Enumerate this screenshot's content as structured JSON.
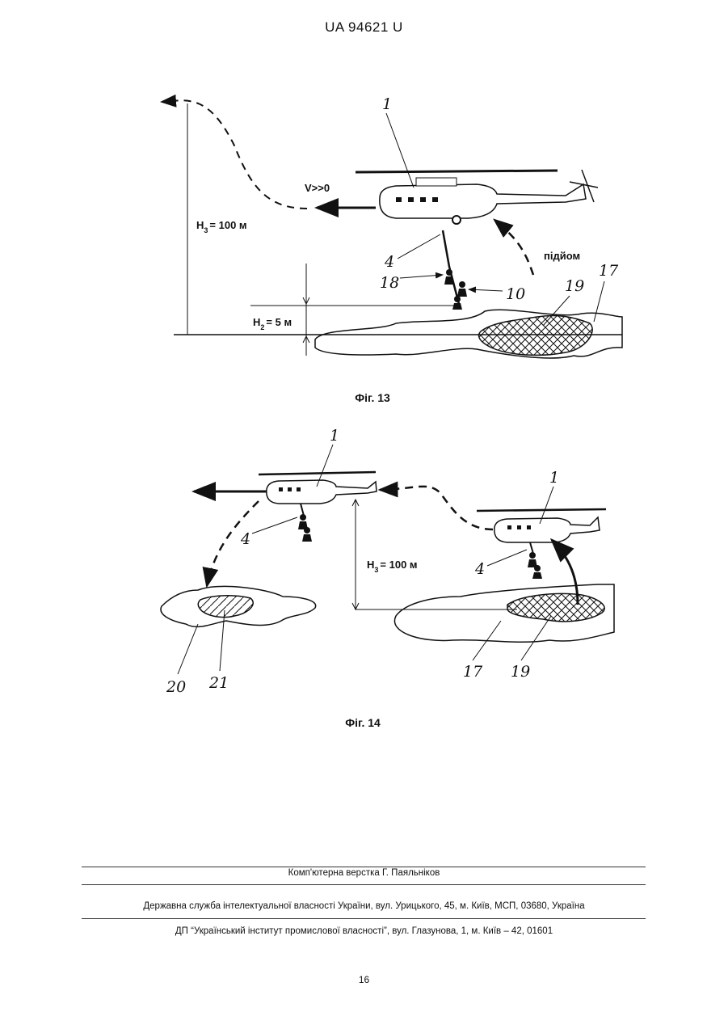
{
  "header": {
    "patent_number": "UA   94621   U"
  },
  "figure13": {
    "caption": "Фіг. 13",
    "velocity_label": "V>>0",
    "height_h3_label": "H",
    "height_h3_sub": "3",
    "height_h3_value": "= 100 м",
    "height_h2_label": "H",
    "height_h2_sub": "2",
    "height_h2_value": "= 5 м",
    "lift_label": "підйом",
    "refs": {
      "r1": "1",
      "r4": "4",
      "r18": "18",
      "r10": "10",
      "r19": "19",
      "r17": "17"
    }
  },
  "figure14": {
    "caption": "Фіг. 14",
    "height_h3_label": "H",
    "height_h3_sub": "3",
    "height_h3_value": "= 100 м",
    "refs": {
      "r1a": "1",
      "r4a": "4",
      "r1b": "1",
      "r4b": "4",
      "r20": "20",
      "r21": "21",
      "r17": "17",
      "r19": "19"
    }
  },
  "footer": {
    "layout_credit": "Комп'ютерна верстка Г. Паяльніков",
    "agency": "Державна служба інтелектуальної власності України, вул. Урицького, 45, м. Київ, МСП, 03680, Україна",
    "institute": "ДП “Український інститут промислової власності”, вул. Глазунова, 1, м. Київ – 42, 01601"
  },
  "page_number": "16"
}
